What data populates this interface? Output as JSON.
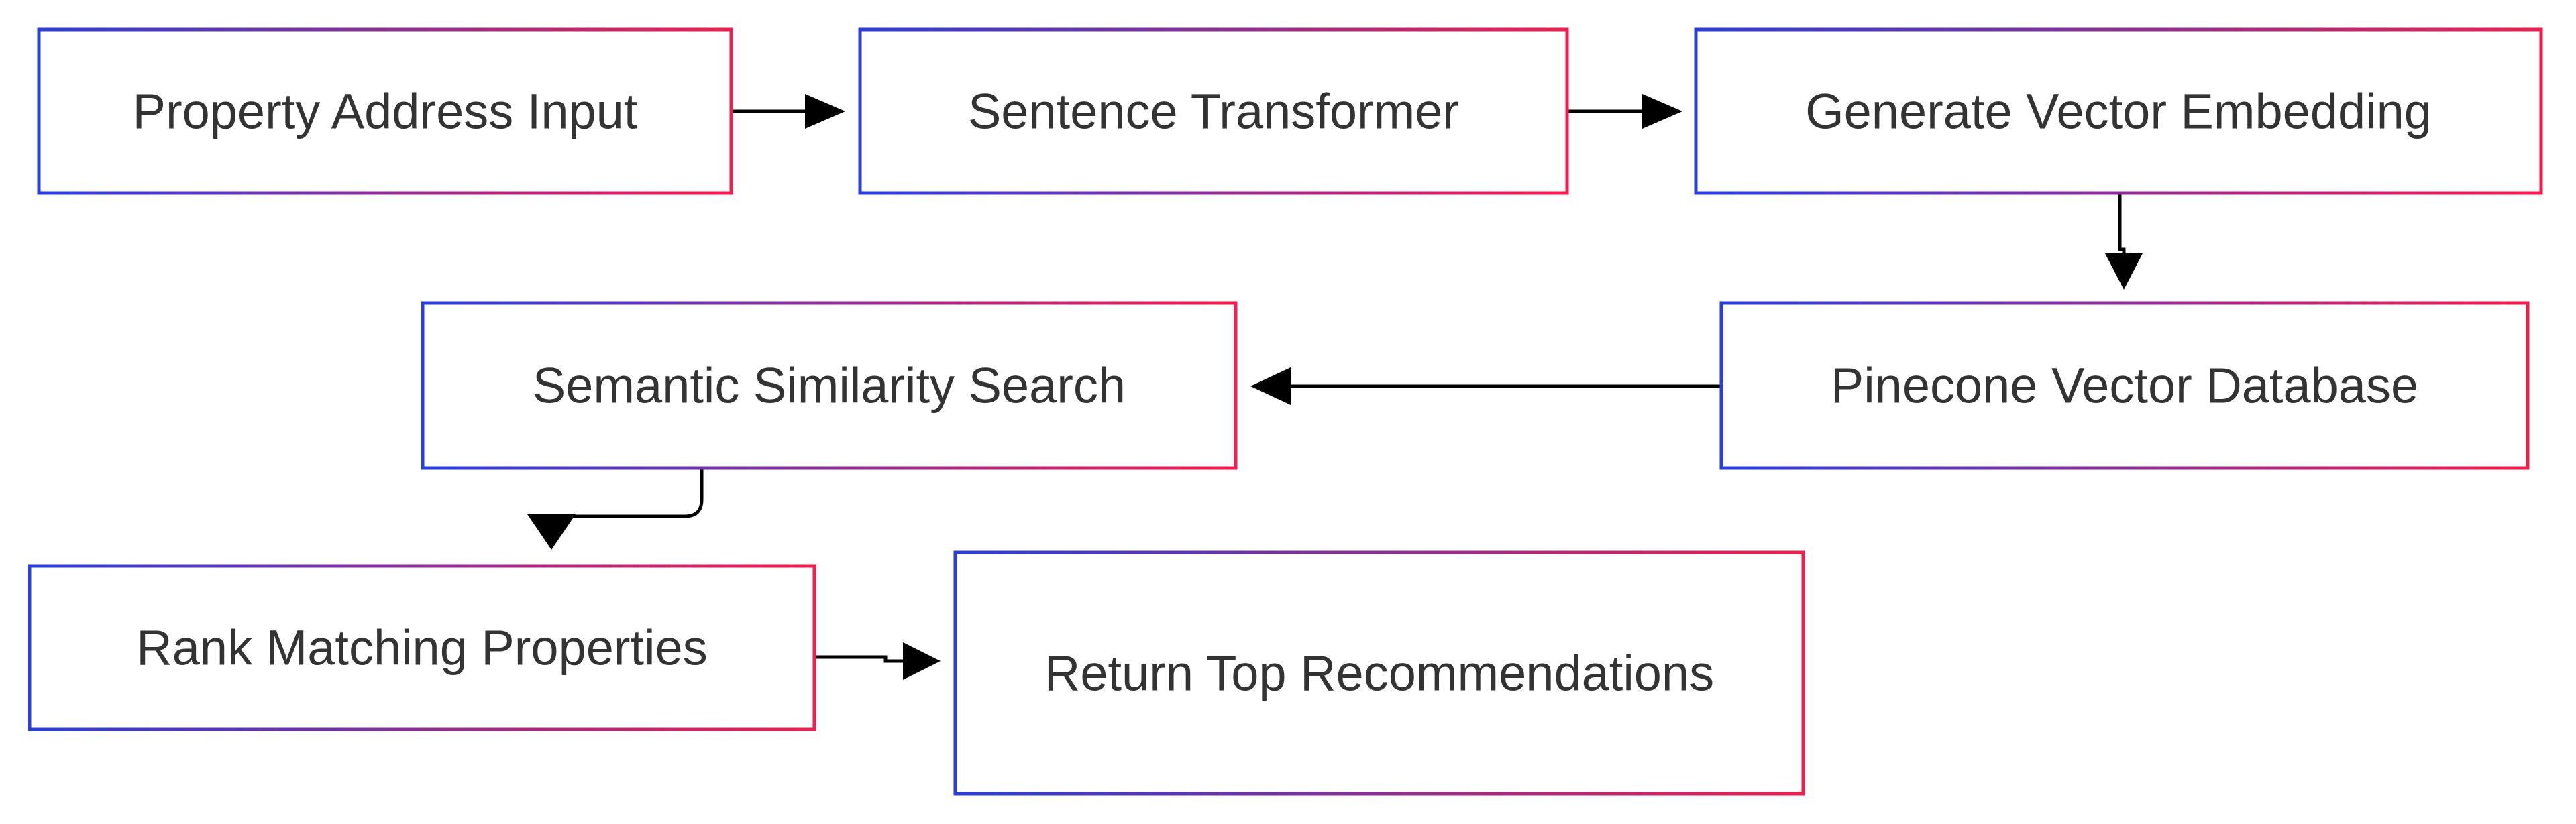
{
  "colors": {
    "border_gradient_start": "#2a3fd8",
    "border_gradient_end": "#ee1f4e",
    "edge": "#000000",
    "text": "#333333",
    "background": "#ffffff"
  },
  "nodes": [
    {
      "id": "property-address-input",
      "label": "Property Address Input"
    },
    {
      "id": "sentence-transformer",
      "label": "Sentence Transformer"
    },
    {
      "id": "generate-vector-embedding",
      "label": "Generate Vector Embedding"
    },
    {
      "id": "pinecone-vector-database",
      "label": "Pinecone Vector Database"
    },
    {
      "id": "semantic-similarity-search",
      "label": "Semantic Similarity Search"
    },
    {
      "id": "rank-matching-properties",
      "label": "Rank Matching Properties"
    },
    {
      "id": "return-top-recommendations",
      "label": "Return Top Recommendations"
    }
  ],
  "edges": [
    {
      "from": "property-address-input",
      "to": "sentence-transformer"
    },
    {
      "from": "sentence-transformer",
      "to": "generate-vector-embedding"
    },
    {
      "from": "generate-vector-embedding",
      "to": "pinecone-vector-database"
    },
    {
      "from": "pinecone-vector-database",
      "to": "semantic-similarity-search"
    },
    {
      "from": "semantic-similarity-search",
      "to": "rank-matching-properties"
    },
    {
      "from": "rank-matching-properties",
      "to": "return-top-recommendations"
    }
  ]
}
